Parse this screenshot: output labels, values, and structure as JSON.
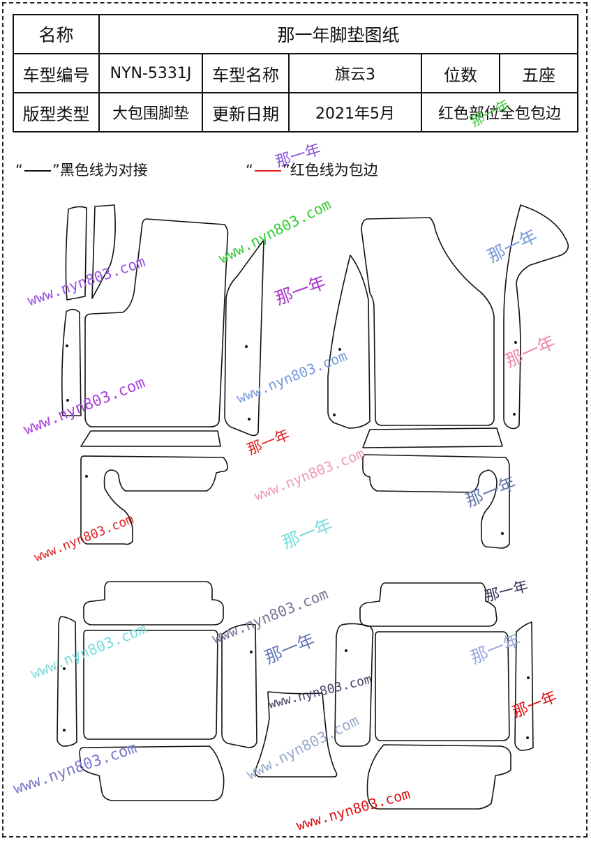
{
  "header": {
    "name_label": "名称",
    "name_value": "那一年脚垫图纸",
    "model_no_label": "车型编号",
    "model_no_value": "NYN-5331J",
    "model_name_label": "车型名称",
    "model_name_value": "旗云3",
    "seats_label": "位数",
    "seats_value": "五座",
    "type_label": "版型类型",
    "type_value": "大包围脚垫",
    "date_label": "更新日期",
    "date_value": "2021年5月",
    "edge_value": "红色部位全包包边"
  },
  "legend": {
    "black_open": "“",
    "black_close": "”黑色线为对接",
    "red_open": "“",
    "red_close": "”红色线为包边"
  },
  "watermarks": {
    "url": "www.nyn803.com",
    "cn": "那一年"
  },
  "colors": {
    "outline": "#111111",
    "edge_red": "#e02020"
  }
}
